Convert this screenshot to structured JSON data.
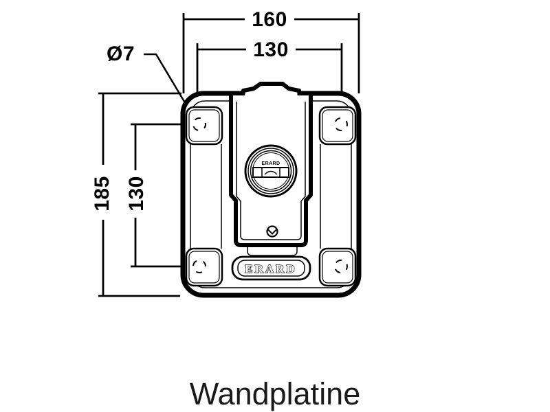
{
  "drawing": {
    "caption": "Wandplatine",
    "labels": {
      "width_outer": "160",
      "width_holes": "130",
      "height_outer": "185",
      "height_holes": "130",
      "hole_diameter": "Ø7"
    },
    "brand": {
      "badge": "ERARD",
      "level": "ERARD"
    },
    "colors": {
      "ink": "#000000",
      "background": "#ffffff"
    }
  }
}
